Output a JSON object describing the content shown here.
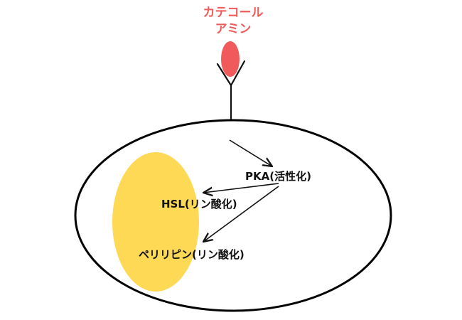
{
  "ligand": {
    "label_line1": "カテコール",
    "label_line2": "アミン",
    "color": "#f05a5a"
  },
  "cell": {
    "lipid_droplet_color": "#fdd956",
    "membrane_color": "#000000"
  },
  "nodes": {
    "pka": "PKA(活性化)",
    "hsl": "HSL(リン酸化)",
    "perilipin": "ペリリピン(リン酸化)"
  }
}
